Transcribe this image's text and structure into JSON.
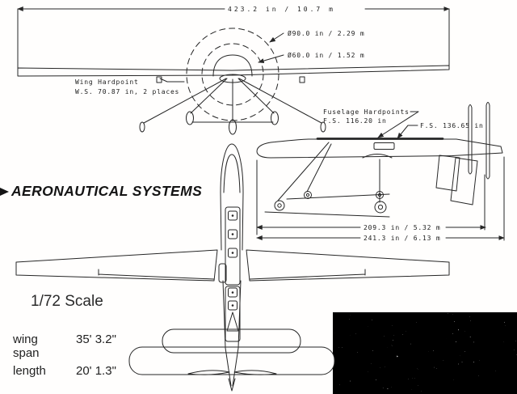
{
  "front_view": {
    "wingspan_dim": "423.2 in / 10.7 m",
    "prop_arc_outer_dia": "Ø90.0 in / 2.29 m",
    "prop_arc_inner_dia": "Ø60.0 in / 1.52 m",
    "wing_hardpoint_label": "Wing Hardpoint",
    "wing_hardpoint_station": "W.S. 70.87 in, 2 places"
  },
  "side_view": {
    "fuselage_hardpoints_label": "Fuselage Hardpoints",
    "fuselage_hardpoint_station_1": "F.S. 116.20 in",
    "fuselage_hardpoint_station_2": "F.S. 136.65 in",
    "body_length_dim": "209.3 in / 5.32 m",
    "overall_length_dim": "241.3 in / 6.13 m"
  },
  "branding": {
    "logo_text": "AERONAUTICAL SYSTEMS"
  },
  "notes": {
    "scale_label": "1/72 Scale"
  },
  "specs": {
    "rows": [
      {
        "label": "wing span",
        "value": "35' 3.2\""
      },
      {
        "label": "length",
        "value": "20' 1.3\""
      }
    ]
  }
}
